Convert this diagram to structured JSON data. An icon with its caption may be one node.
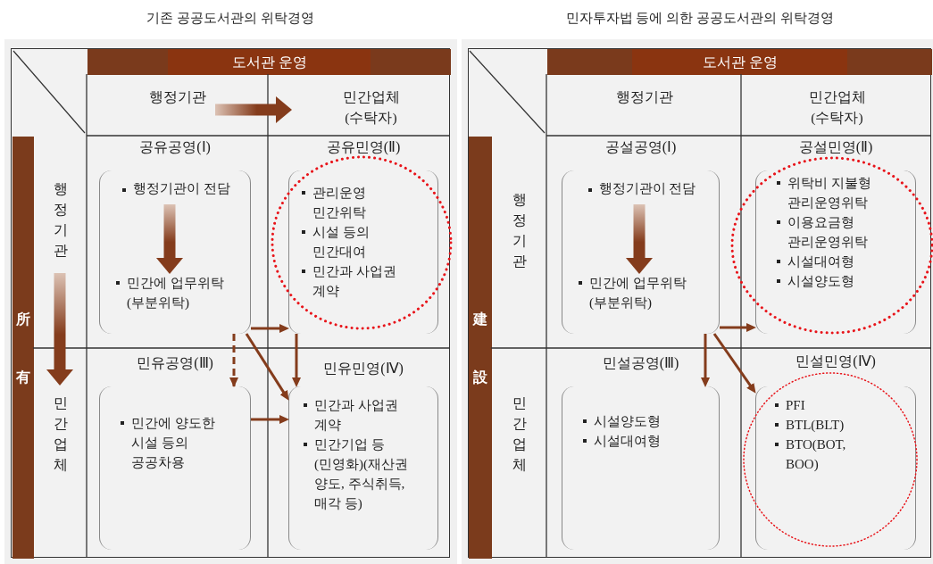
{
  "diagram": {
    "nodes": [
      {
        "text": [
          "기존 공공도서관의 위탁경영"
        ]
      },
      {
        "text": [
          "도서관 운영"
        ],
        "in": 0
      },
      {
        "text": [
          "행정기관"
        ],
        "in": 0
      },
      {
        "text": [
          "민간업체 (수탁자)"
        ],
        "in": 0
      },
      {
        "text": [
          "所有"
        ],
        "in": 0
      },
      {
        "text": [
          "행정기관"
        ],
        "in": 0
      },
      {
        "text": [
          "민간업체"
        ],
        "in": 0
      },
      {
        "text": [
          "공유공영(Ⅰ)"
        ],
        "in": 0
      },
      {
        "text": [
          "행정기관이 전담"
        ],
        "in": 7
      },
      {
        "text": [
          "민간에 업무위탁 (부분위탁)"
        ],
        "in": 7
      },
      {
        "text": [
          "공유민영(Ⅱ)",
          "관리운영 민간위탁",
          "시설 등의 민간대여",
          "민간과 사업권 계약"
        ],
        "in": 0
      },
      {
        "text": [
          "민유공영(Ⅲ)",
          "민간에 양도한 시설 등의 공공차용"
        ],
        "in": 0
      },
      {
        "text": [
          "민유민영(Ⅳ)",
          "민간과 사업권 계약",
          "민간기업 등 (민영화)(재산권 양도, 주식취득, 매각 등)"
        ],
        "in": 0
      },
      {
        "text": [
          "민자투자법 등에 의한 공공도서관의 위탁경영"
        ]
      },
      {
        "text": [
          "도서관 운영"
        ],
        "in": 13
      },
      {
        "text": [
          "행정기관"
        ],
        "in": 13
      },
      {
        "text": [
          "민간업체 (수탁자)"
        ],
        "in": 13
      },
      {
        "text": [
          "建設"
        ],
        "in": 13
      },
      {
        "text": [
          "행정기관"
        ],
        "in": 13
      },
      {
        "text": [
          "민간업체"
        ],
        "in": 13
      },
      {
        "text": [
          "공설공영(Ⅰ)"
        ],
        "in": 13
      },
      {
        "text": [
          "행정기관이 전담"
        ],
        "in": 20
      },
      {
        "text": [
          "민간에 업무위탁 (부분위탁)"
        ],
        "in": 20
      },
      {
        "text": [
          "공설민영(Ⅱ)",
          "위탁비 지불형 관리운영위탁",
          "이용요금형 관리운영위탁",
          "시설대여형",
          "시설양도형"
        ],
        "in": 13
      },
      {
        "text": [
          "민설공영(Ⅲ)",
          "시설양도형",
          "시설대여형"
        ],
        "in": 13
      },
      {
        "text": [
          "민설민영(Ⅳ)",
          "PFI",
          "BTL(BLT)",
          "BTO(BOT, BOO)"
        ],
        "in": 13
      }
    ],
    "edges": [
      {
        "from": 2,
        "to": 3,
        "arrow": "to",
        "style": "thick"
      },
      {
        "from": 5,
        "to": 6,
        "arrow": "to",
        "style": "thick"
      },
      {
        "from": 8,
        "to": 9,
        "arrow": "to",
        "style": "thick"
      },
      {
        "from": 7,
        "to": 10,
        "arrow": "to"
      },
      {
        "from": 7,
        "to": 12,
        "arrow": "to"
      },
      {
        "from": 10,
        "to": 12,
        "arrow": "to"
      },
      {
        "from": 7,
        "to": 11,
        "arrow": "to",
        "style": "dashed"
      },
      {
        "from": 11,
        "to": 12,
        "arrow": "to"
      },
      {
        "from": 21,
        "to": 22,
        "arrow": "to",
        "style": "thick"
      },
      {
        "from": 20,
        "to": 23,
        "arrow": "to"
      },
      {
        "from": 20,
        "to": 24,
        "arrow": "to"
      },
      {
        "from": 20,
        "to": 25,
        "arrow": "to"
      }
    ]
  }
}
